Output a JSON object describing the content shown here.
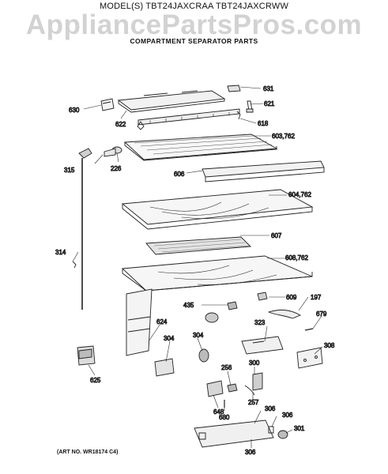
{
  "header": {
    "model_line": "MODEL(S) TBT24JAXCRAA   TBT24JAXCRWW",
    "watermark": "AppliancePartsPros.com",
    "subtitle": "COMPARTMENT SEPARATOR PARTS"
  },
  "art_number": "(ART NO. WR18174 C4)",
  "callouts": {
    "c631": "631",
    "c630": "630",
    "c621": "621",
    "c622": "622",
    "c618": "618",
    "c603": "603,762",
    "c315": "315",
    "c226": "226",
    "c606": "606",
    "c604": "604,762",
    "c607": "607",
    "c314": "314",
    "c608": "608,762",
    "c609": "609",
    "c197": "197",
    "c435": "435",
    "c624": "624",
    "c679": "679",
    "c323": "323",
    "c308": "308",
    "c304a": "304",
    "c304b": "304",
    "c300": "300",
    "c256": "256",
    "c625": "625",
    "c257": "257",
    "c648": "648",
    "c680": "680",
    "c306a": "306",
    "c306b": "306",
    "c306c": "306",
    "c301": "301"
  }
}
